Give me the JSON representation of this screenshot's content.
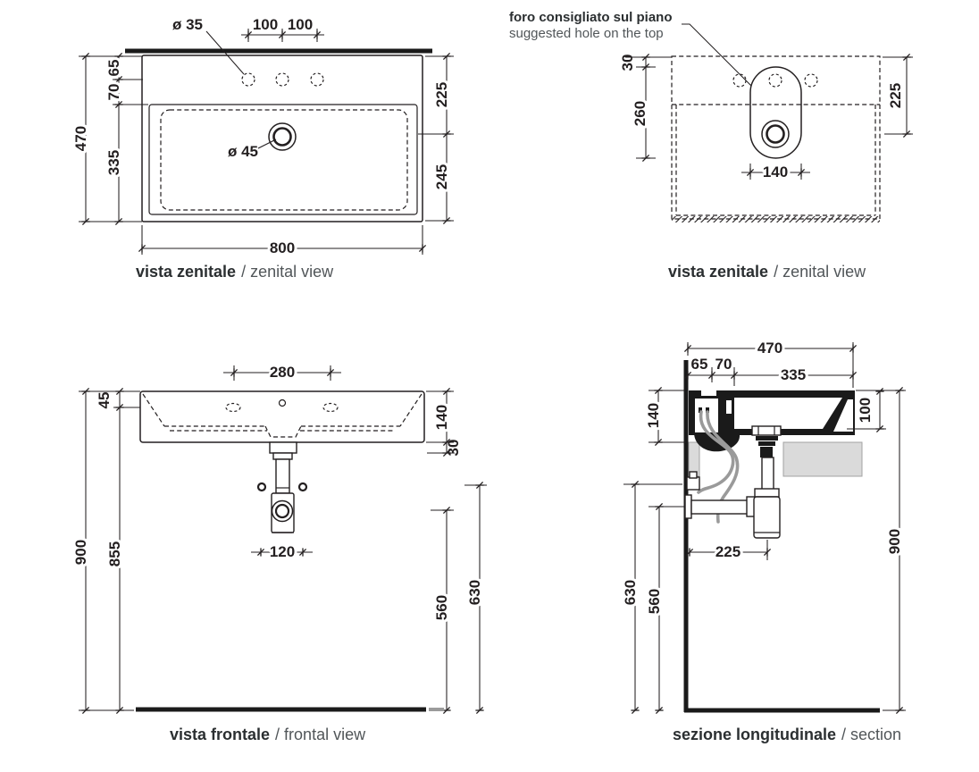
{
  "colors": {
    "ink": "#231f20",
    "ink_heavy": "#1a1a1a",
    "slab": "#dadada",
    "hose": "#9a9a9a",
    "caption_bold": "#2b2f31",
    "caption_light": "#515659",
    "background": "#ffffff"
  },
  "views": {
    "basin_top": {
      "caption_bold": "vista zenitale",
      "caption_light": "/ zenital view",
      "dims": {
        "tap_hole_dia": "ø 35",
        "tap_pitch_left": "100",
        "tap_pitch_right": "100",
        "back_edge": "65",
        "rim": "70",
        "bowl_depth": "335",
        "overall_depth": "470",
        "back_to_drain": "225",
        "drain_to_front": "245",
        "drain_dia": "ø 45",
        "overall_width": "800"
      }
    },
    "counter_top": {
      "caption_bold": "vista zenitale",
      "caption_light": "/ zenital view",
      "note_bold": "foro consigliato sul piano",
      "note_light": "suggested hole on the top",
      "dims": {
        "edge_gap": "30",
        "hole_length": "260",
        "hole_width": "140",
        "drain_offset": "225"
      }
    },
    "frontal": {
      "caption_bold": "vista frontale",
      "caption_light": "/ frontal view",
      "dims": {
        "tap_span": "280",
        "rim_to_holes": "45",
        "holes_to_floor": "855",
        "overall_height": "900",
        "body_height": "140",
        "drain_drop": "30",
        "trap_span": "120",
        "fixing_to_floor": "630",
        "trap_to_floor": "560"
      }
    },
    "section": {
      "caption_bold": "sezione longitudinale",
      "caption_light": "/ section",
      "dims": {
        "overall_depth": "470",
        "back_edge": "65",
        "rim": "70",
        "bowl_depth": "335",
        "body_height": "140",
        "inner_depth": "100",
        "drain_offset": "225",
        "overall_height": "900",
        "valve_to_floor": "630",
        "outlet_to_floor": "560"
      }
    }
  }
}
